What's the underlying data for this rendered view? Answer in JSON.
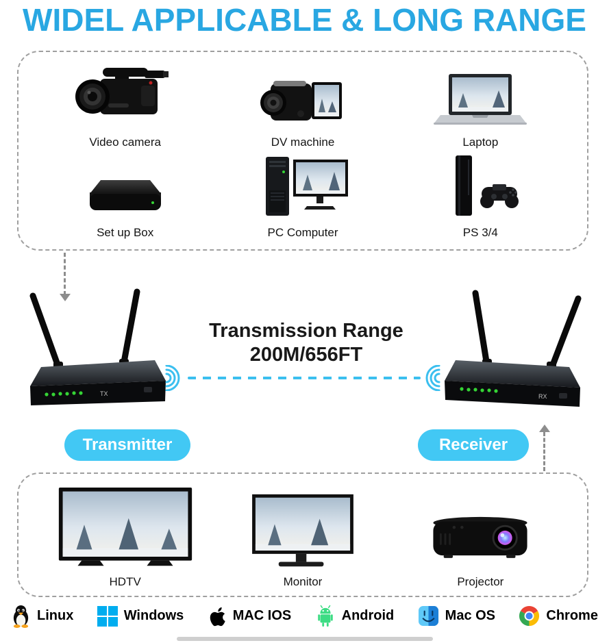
{
  "title": "WIDEL APPLICABLE & LONG RANGE",
  "source_devices": {
    "items": [
      {
        "label": "Video camera",
        "icon": "video-camera-icon"
      },
      {
        "label": "DV machine",
        "icon": "dv-machine-icon"
      },
      {
        "label": "Laptop",
        "icon": "laptop-icon"
      },
      {
        "label": "Set up Box",
        "icon": "setup-box-icon"
      },
      {
        "label": "PC Computer",
        "icon": "pc-computer-icon"
      },
      {
        "label": "PS 3/4",
        "icon": "ps-console-icon"
      }
    ]
  },
  "link": {
    "range_title": "Transmission Range",
    "range_value": "200M/656FT",
    "transmitter_label": "Transmitter",
    "receiver_label": "Receiver",
    "tx_marking": "TX",
    "rx_marking": "RX"
  },
  "display_devices": {
    "items": [
      {
        "label": "HDTV",
        "icon": "hdtv-icon"
      },
      {
        "label": "Monitor",
        "icon": "monitor-icon"
      },
      {
        "label": "Projector",
        "icon": "projector-icon"
      }
    ]
  },
  "platforms": [
    {
      "label": "Linux",
      "icon": "linux-icon"
    },
    {
      "label": "Windows",
      "icon": "windows-icon"
    },
    {
      "label": "MAC IOS",
      "icon": "apple-icon"
    },
    {
      "label": "Android",
      "icon": "android-icon"
    },
    {
      "label": "Mac OS",
      "icon": "macos-icon"
    },
    {
      "label": "Chrome",
      "icon": "chrome-icon"
    }
  ],
  "colors": {
    "title_blue": "#29A7E2",
    "pill_cyan": "#42C8F4",
    "signal_cyan": "#3BBFEF",
    "led_green": "#35D435",
    "windows_blue": "#00ADEF",
    "android_green": "#3DDC84",
    "chrome_red": "#EA4335",
    "chrome_green": "#34A853",
    "chrome_yellow": "#FBBC05",
    "chrome_blue": "#4285F4"
  }
}
